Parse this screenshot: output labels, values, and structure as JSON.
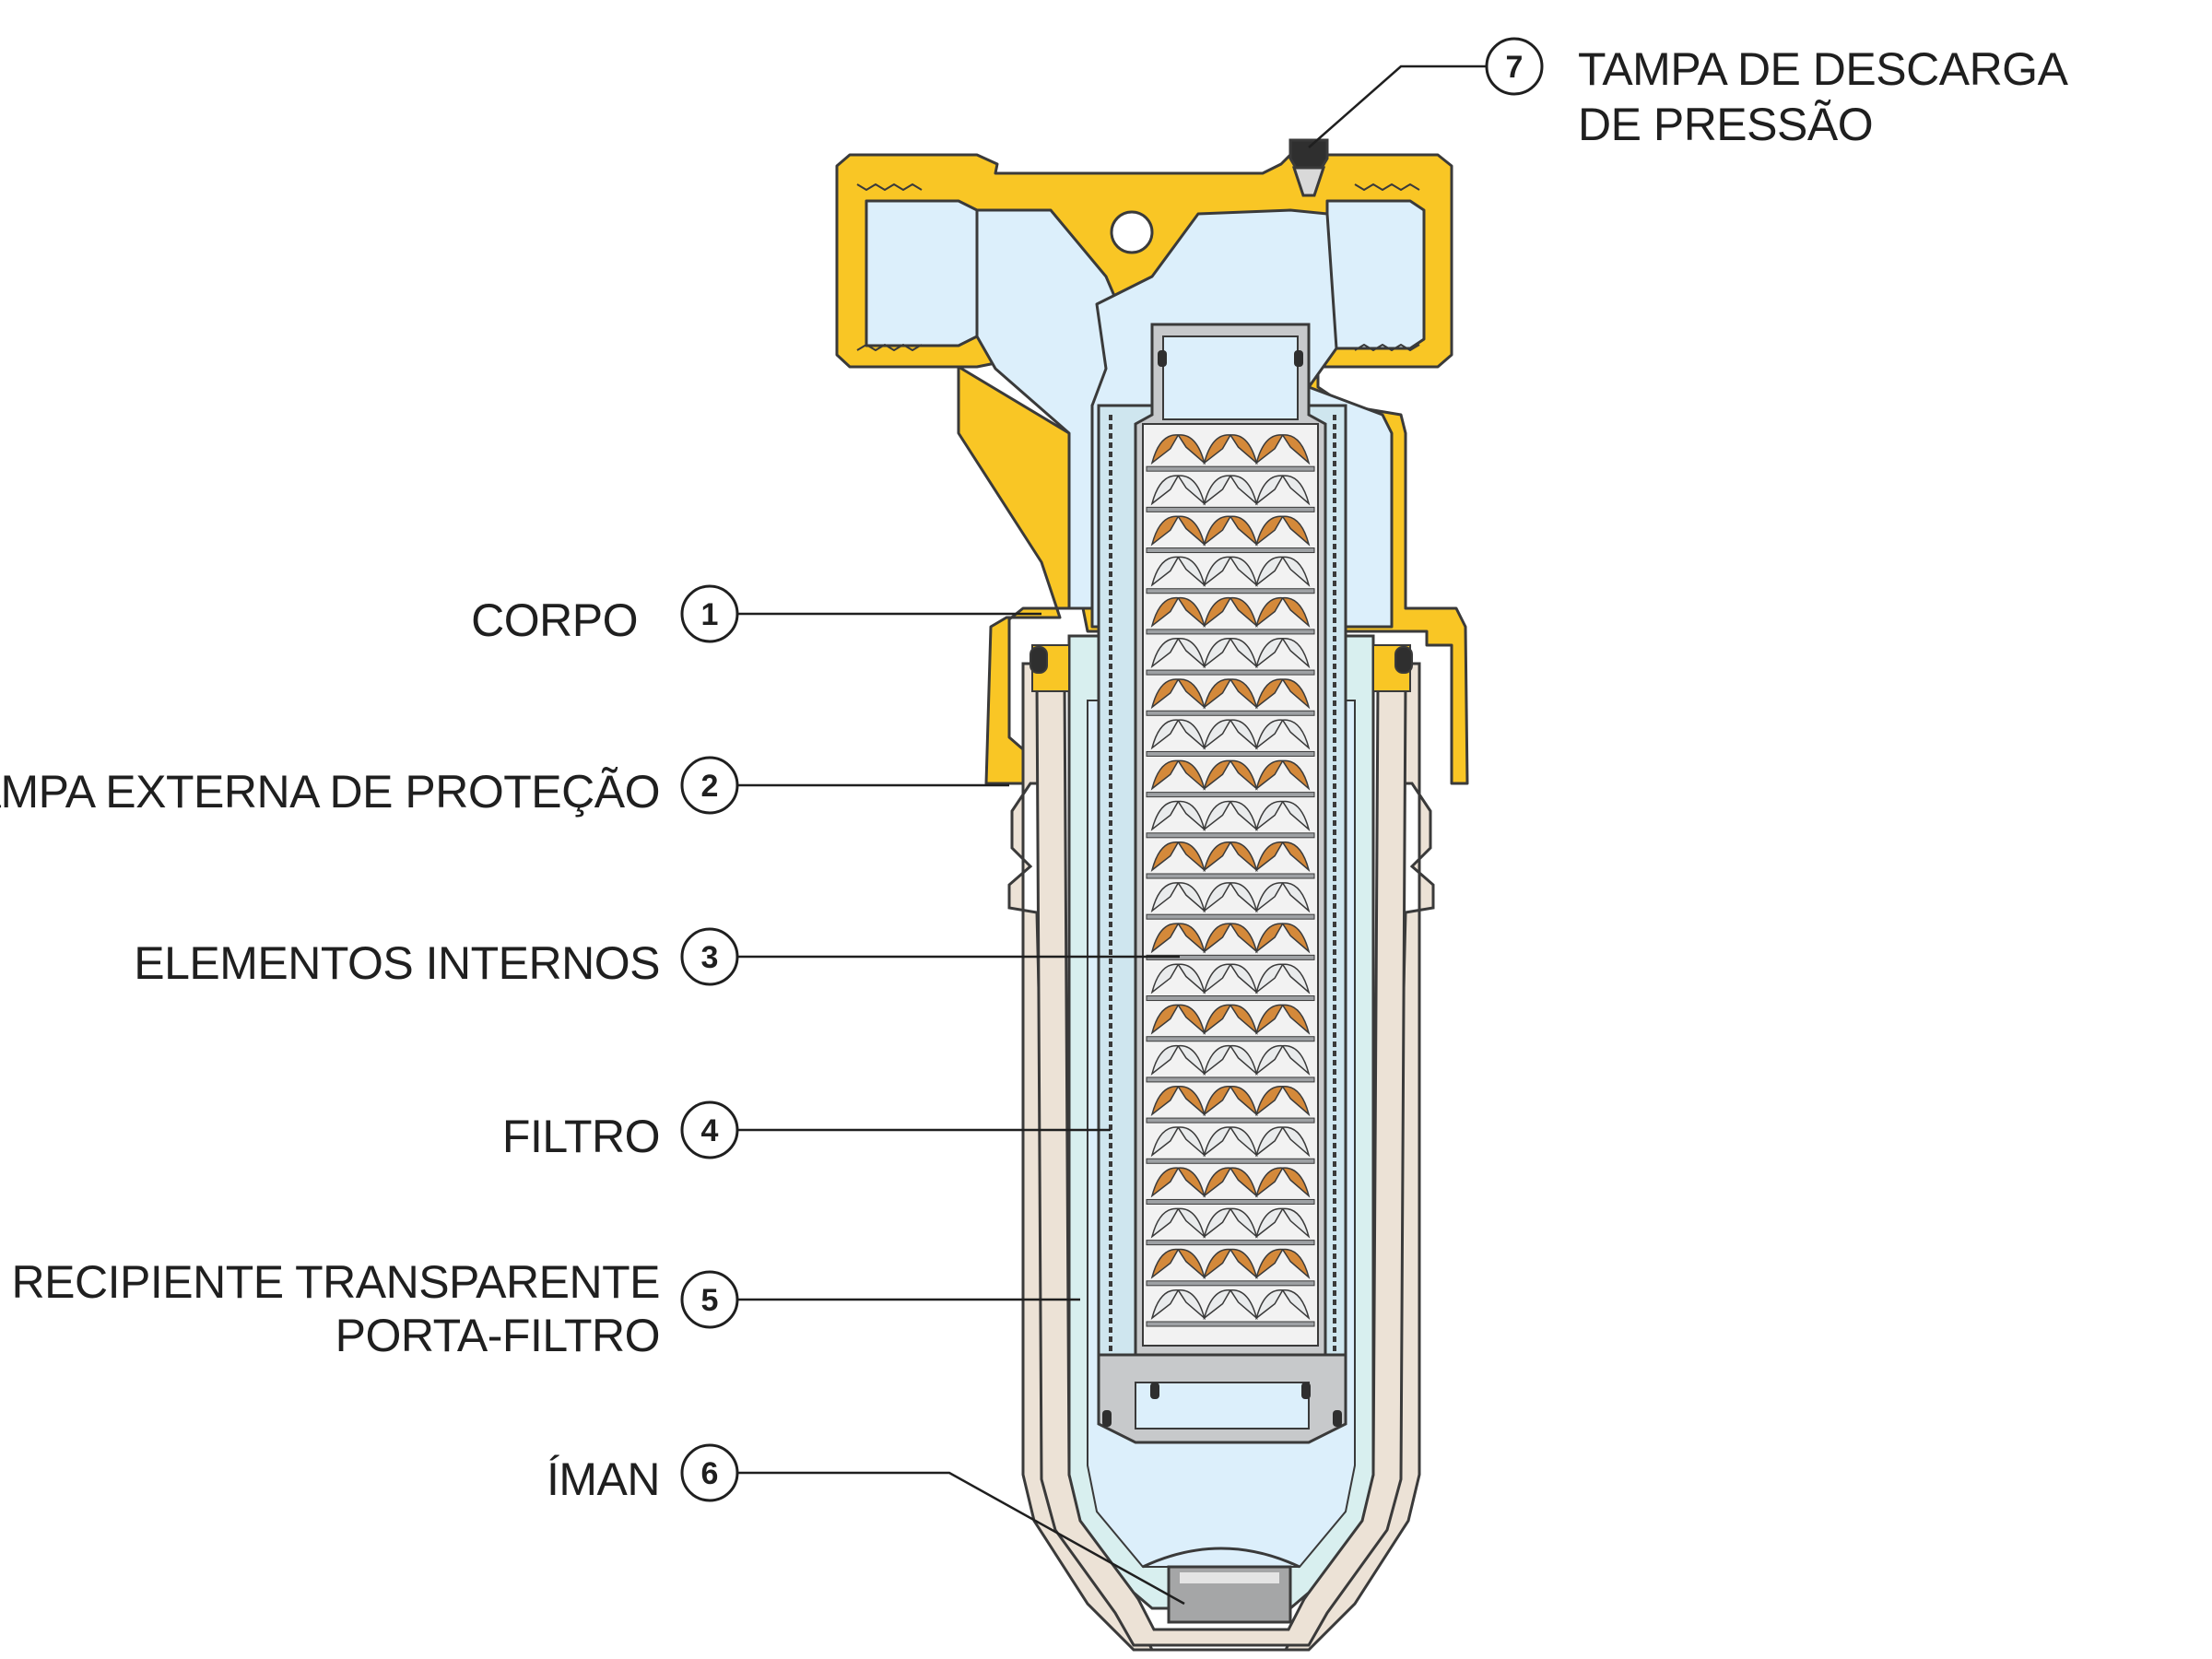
{
  "colors": {
    "body": "#f9c625",
    "water": "#dceffb",
    "cover": "#ece2d6",
    "bowl": "#d8efef",
    "cartridge": "#c7c9cb",
    "elements": "#d4893a",
    "magnet": "#a5a6a7",
    "outline": "#3a3a3a"
  },
  "labels": [
    {
      "number": "1",
      "text": "CORPO",
      "icon": "body-callout"
    },
    {
      "number": "2",
      "text": "taMPA EXTERNA DE PROTEÇÃO",
      "icon": "cover-callout"
    },
    {
      "number": "3",
      "text": "ELEMENTOS INTERNOS",
      "icon": "elements-callout"
    },
    {
      "number": "4",
      "text": "FILTRO",
      "icon": "filter-callout"
    },
    {
      "number": "5",
      "text": "RECIPIENTE TRANSPARENTE",
      "text2": "PORTA-FILTRO",
      "icon": "bowl-callout"
    },
    {
      "number": "6",
      "text": "ÍMAN",
      "icon": "magnet-callout"
    },
    {
      "number": "7",
      "text": "TAMPA DE DESCARGA",
      "text2": "DE PRESSÃO",
      "icon": "vent-callout"
    }
  ]
}
